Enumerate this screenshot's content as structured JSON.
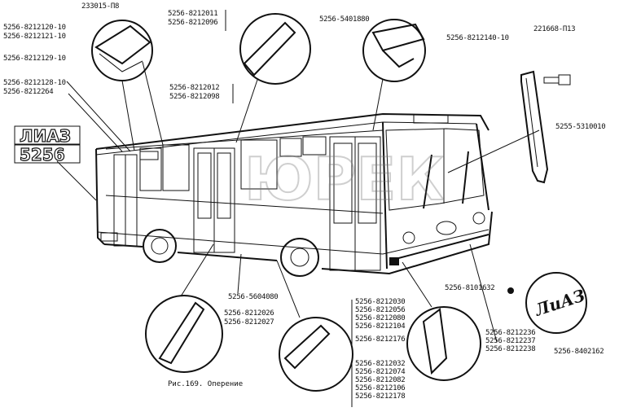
{
  "caption": "Рис.169. Оперение",
  "watermark": "ЮРЕК",
  "badge_text": [
    "ЛИАЗ",
    "5256"
  ],
  "logo_text": "ЛиАЗ",
  "labels": {
    "l_233015": "233015-П8",
    "l_8212120": "5256-8212120-10",
    "l_8212121": "5256-8212121-10",
    "l_8212129": "5256-8212129-10",
    "l_8212128": "5256-8212128-10",
    "l_8212264": "5256-8212264",
    "l_8212011": "5256-8212011",
    "l_8212096": "5256-8212096",
    "l_5401880": "5256-5401880",
    "l_8212012": "5256-8212012",
    "l_8212098": "5256-8212098",
    "l_8212140": "5256-8212140-10",
    "l_221668": "221668-П13",
    "l_5310010": "5255-5310010",
    "l_5604080": "5256-5604080",
    "l_8212026": "5256-8212026",
    "l_8212027": "5256-8212027",
    "l_8101632": "5256-8101632",
    "l_8212236": "5256-8212236",
    "l_8212237": "5256-8212237",
    "l_8212238": "5256-8212238",
    "l_8402162": "5256-8402162",
    "group_top": [
      "5256-8212030",
      "5256-8212056",
      "5256-8212080",
      "5256-8212104",
      "5256-8212176"
    ],
    "group_bottom": [
      "5256-8212032",
      "5256-8212074",
      "5256-8212082",
      "5256-8212106",
      "5256-8212178"
    ]
  }
}
